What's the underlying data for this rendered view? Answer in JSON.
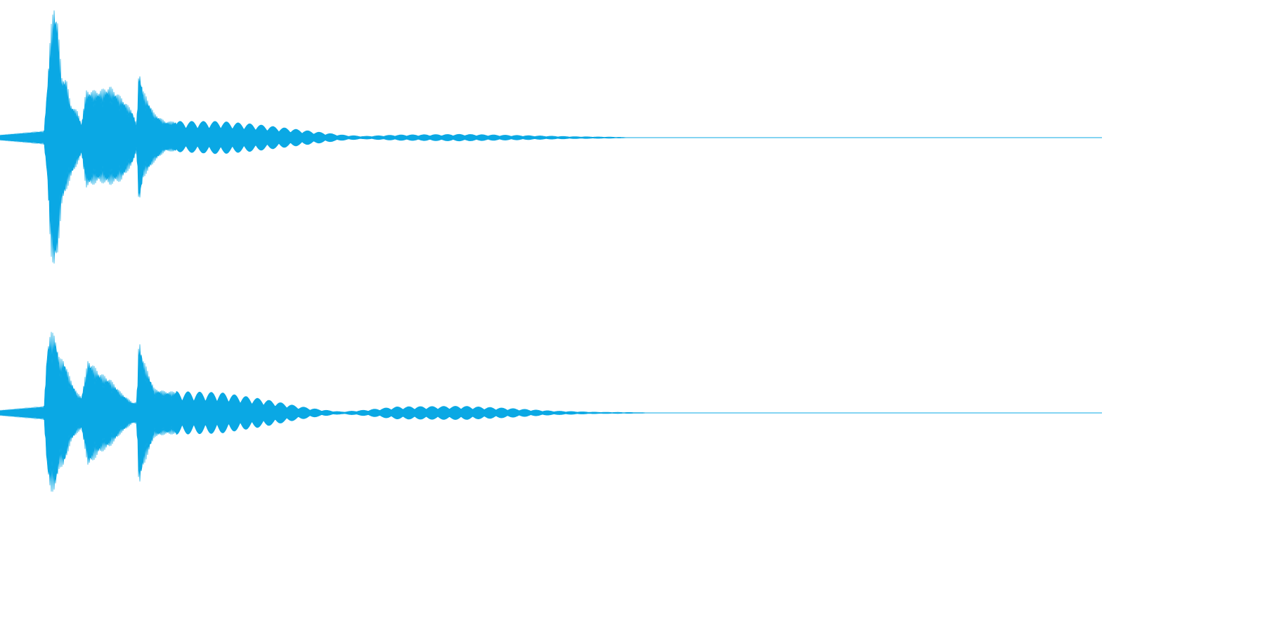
{
  "waveform": {
    "color": "#0aa8e4",
    "background": "#ffffff",
    "channels": [
      {
        "name": "channel-1",
        "envelope": [
          {
            "t": 0.0,
            "up": 0.02,
            "down": 0.02
          },
          {
            "t": 0.04,
            "up": 0.05,
            "down": 0.05
          },
          {
            "t": 0.043,
            "up": 0.4,
            "down": 0.3
          },
          {
            "t": 0.046,
            "up": 0.8,
            "down": 0.85
          },
          {
            "t": 0.049,
            "up": 0.99,
            "down": 0.98
          },
          {
            "t": 0.052,
            "up": 0.9,
            "down": 0.9
          },
          {
            "t": 0.056,
            "up": 0.45,
            "down": 0.5
          },
          {
            "t": 0.06,
            "up": 0.45,
            "down": 0.4
          },
          {
            "t": 0.064,
            "up": 0.25,
            "down": 0.3
          },
          {
            "t": 0.07,
            "up": 0.2,
            "down": 0.2
          },
          {
            "t": 0.074,
            "up": 0.1,
            "down": 0.12
          },
          {
            "t": 0.078,
            "up": 0.35,
            "down": 0.37
          },
          {
            "t": 0.09,
            "up": 0.35,
            "down": 0.33
          },
          {
            "t": 0.1,
            "up": 0.38,
            "down": 0.35
          },
          {
            "t": 0.11,
            "up": 0.3,
            "down": 0.32
          },
          {
            "t": 0.12,
            "up": 0.2,
            "down": 0.2
          },
          {
            "t": 0.124,
            "up": 0.1,
            "down": 0.1
          },
          {
            "t": 0.126,
            "up": 0.52,
            "down": 0.52
          },
          {
            "t": 0.13,
            "up": 0.35,
            "down": 0.3
          },
          {
            "t": 0.14,
            "up": 0.18,
            "down": 0.18
          },
          {
            "t": 0.15,
            "up": 0.12,
            "down": 0.1
          },
          {
            "t": 0.2,
            "up": 0.12,
            "down": 0.12
          },
          {
            "t": 0.23,
            "up": 0.1,
            "down": 0.1
          },
          {
            "t": 0.26,
            "up": 0.07,
            "down": 0.07
          },
          {
            "t": 0.29,
            "up": 0.04,
            "down": 0.04
          },
          {
            "t": 0.31,
            "up": 0.02,
            "down": 0.02
          },
          {
            "t": 0.33,
            "up": 0.01,
            "down": 0.01
          },
          {
            "t": 0.36,
            "up": 0.02,
            "down": 0.02
          },
          {
            "t": 0.42,
            "up": 0.025,
            "down": 0.025
          },
          {
            "t": 0.48,
            "up": 0.015,
            "down": 0.015
          },
          {
            "t": 0.52,
            "up": 0.008,
            "down": 0.008
          },
          {
            "t": 0.56,
            "up": 0.004,
            "down": 0.004
          },
          {
            "t": 0.572,
            "up": 0.0,
            "down": 0.0
          },
          {
            "t": 1.0,
            "up": 0.0,
            "down": 0.0
          }
        ]
      },
      {
        "name": "channel-2",
        "envelope": [
          {
            "t": 0.0,
            "up": 0.02,
            "down": 0.02
          },
          {
            "t": 0.04,
            "up": 0.05,
            "down": 0.05
          },
          {
            "t": 0.043,
            "up": 0.5,
            "down": 0.45
          },
          {
            "t": 0.046,
            "up": 0.6,
            "down": 0.58
          },
          {
            "t": 0.05,
            "up": 0.58,
            "down": 0.58
          },
          {
            "t": 0.054,
            "up": 0.4,
            "down": 0.4
          },
          {
            "t": 0.058,
            "up": 0.4,
            "down": 0.4
          },
          {
            "t": 0.064,
            "up": 0.25,
            "down": 0.22
          },
          {
            "t": 0.07,
            "up": 0.15,
            "down": 0.15
          },
          {
            "t": 0.074,
            "up": 0.12,
            "down": 0.12
          },
          {
            "t": 0.08,
            "up": 0.4,
            "down": 0.4
          },
          {
            "t": 0.09,
            "up": 0.3,
            "down": 0.3
          },
          {
            "t": 0.1,
            "up": 0.25,
            "down": 0.25
          },
          {
            "t": 0.11,
            "up": 0.15,
            "down": 0.15
          },
          {
            "t": 0.12,
            "up": 0.08,
            "down": 0.08
          },
          {
            "t": 0.124,
            "up": 0.08,
            "down": 0.08
          },
          {
            "t": 0.126,
            "up": 0.56,
            "down": 0.56
          },
          {
            "t": 0.13,
            "up": 0.4,
            "down": 0.4
          },
          {
            "t": 0.14,
            "up": 0.18,
            "down": 0.18
          },
          {
            "t": 0.15,
            "up": 0.16,
            "down": 0.16
          },
          {
            "t": 0.2,
            "up": 0.15,
            "down": 0.15
          },
          {
            "t": 0.24,
            "up": 0.1,
            "down": 0.1
          },
          {
            "t": 0.27,
            "up": 0.05,
            "down": 0.05
          },
          {
            "t": 0.29,
            "up": 0.025,
            "down": 0.025
          },
          {
            "t": 0.31,
            "up": 0.008,
            "down": 0.008
          },
          {
            "t": 0.33,
            "up": 0.02,
            "down": 0.02
          },
          {
            "t": 0.36,
            "up": 0.045,
            "down": 0.045
          },
          {
            "t": 0.42,
            "up": 0.05,
            "down": 0.05
          },
          {
            "t": 0.46,
            "up": 0.035,
            "down": 0.035
          },
          {
            "t": 0.5,
            "up": 0.015,
            "down": 0.015
          },
          {
            "t": 0.54,
            "up": 0.006,
            "down": 0.006
          },
          {
            "t": 0.58,
            "up": 0.003,
            "down": 0.003
          },
          {
            "t": 0.59,
            "up": 0.0,
            "down": 0.0
          },
          {
            "t": 1.0,
            "up": 0.0,
            "down": 0.0
          }
        ]
      }
    ]
  }
}
